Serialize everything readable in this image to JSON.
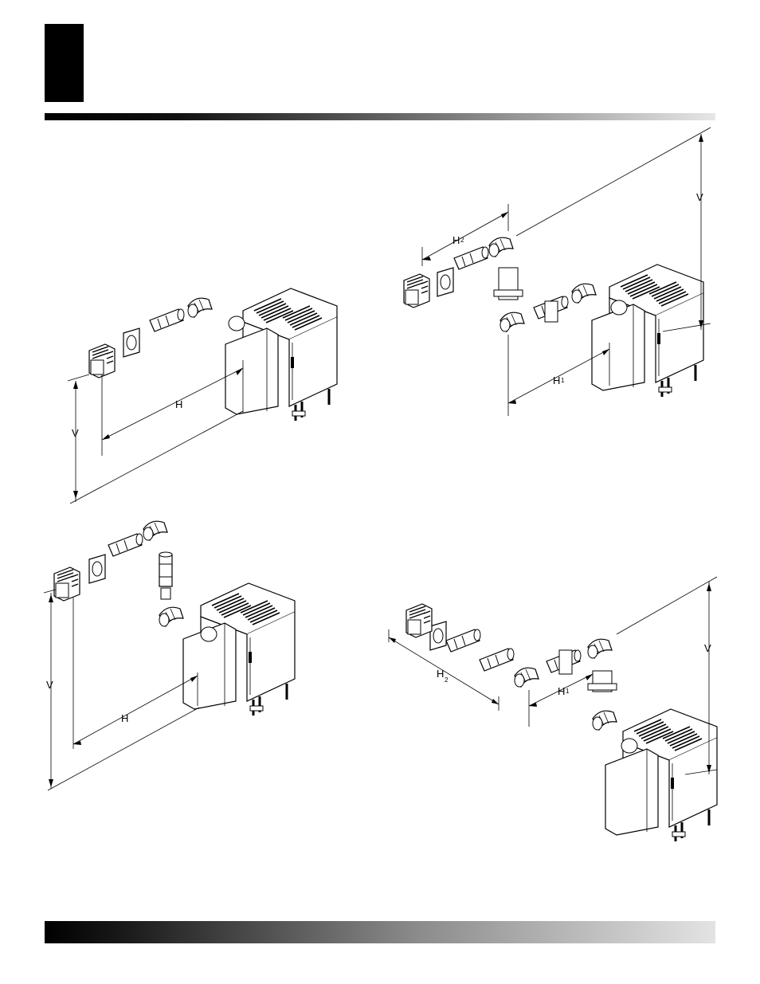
{
  "figures": [
    {
      "id": "fig-a",
      "labels": {
        "horizontal": "H",
        "vertical": "V"
      }
    },
    {
      "id": "fig-b",
      "labels": {
        "horizontal_1": "H",
        "horizontal_1_sub": "1",
        "horizontal_2": "H",
        "horizontal_2_sub": "2",
        "vertical": "V"
      }
    },
    {
      "id": "fig-c",
      "labels": {
        "horizontal": "H",
        "vertical": "V"
      }
    },
    {
      "id": "fig-d",
      "labels": {
        "horizontal_1": "H",
        "horizontal_1_sub": "1",
        "horizontal_2": "H",
        "horizontal_2_sub": "2",
        "vertical": "V"
      }
    }
  ],
  "icons": {
    "section_tab": "black-tab-block",
    "header_rule": "gradient-rule",
    "footer_rule": "gradient-rule"
  }
}
